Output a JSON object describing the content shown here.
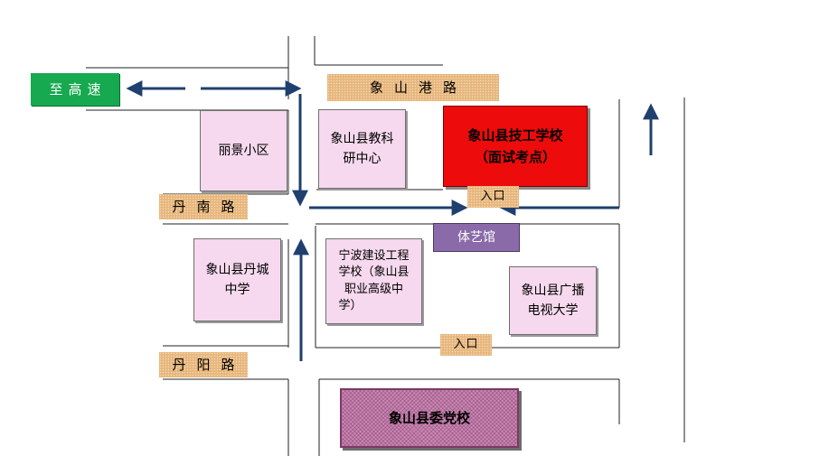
{
  "colors": {
    "road_line": "#222222",
    "arrow": "#1f3f6e",
    "road_label": "#e7b67a",
    "block_pink": "#f3cde8",
    "target_red": "#ee0b0b",
    "highway_green": "#16a94f",
    "gym_purple": "#8a6aa8",
    "party_school": "#c98ab5"
  },
  "labels": {
    "highway": "至高速",
    "xiangshan_gang_road": "象山港路",
    "dannan_road": "丹南路",
    "danyang_road": "丹阳路",
    "lijing": "丽景小区",
    "research_center": [
      "象山县教科",
      "研中心"
    ],
    "target_school": [
      "象山县技工学校",
      "（面试考点）"
    ],
    "entrance_top": "入口",
    "entrance_bottom": "入口",
    "gym": "体艺馆",
    "dancheng": [
      "象山县丹城",
      "中学"
    ],
    "ningbo_school": [
      "宁波建设工程",
      "学校（象山县",
      "职业高级中",
      "学）"
    ],
    "tv_university": [
      "象山县广播",
      "电视大学"
    ],
    "party_school": "象山县委党校"
  }
}
